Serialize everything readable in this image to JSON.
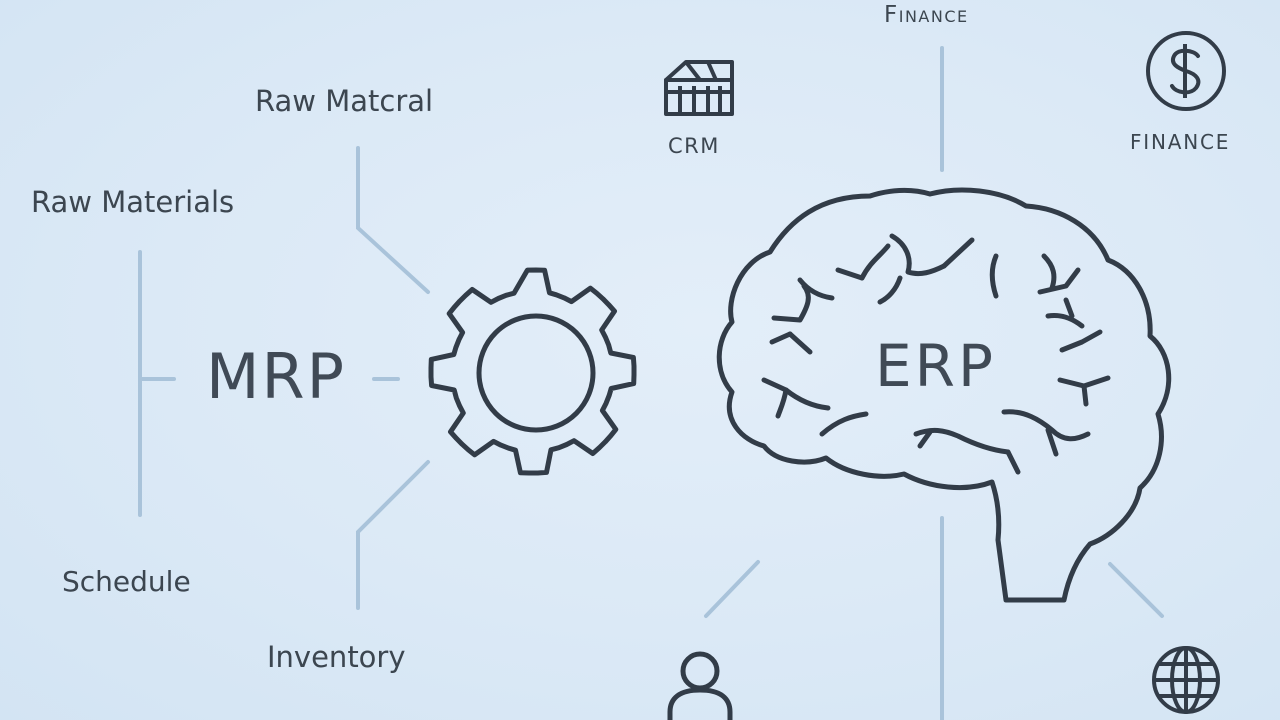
{
  "diagram": {
    "labels": {
      "raw_matcral": "Raw Matcral",
      "raw_materials": "Raw Materials",
      "schedule": "Schedule",
      "inventory": "Inventory",
      "mrp": "MRP",
      "erp": "ERP",
      "crm": "CRM",
      "finance_top": "Finance",
      "finance_right": "FINANCE"
    },
    "icons": {
      "gear": "gear-icon",
      "brain": "brain-icon",
      "crm": "building-icon",
      "finance": "dollar-coin-icon",
      "user": "user-icon",
      "globe": "globe-icon"
    },
    "colors": {
      "background": "#dbe9f6",
      "icon_stroke": "#323c48",
      "connector": "#a9c3da",
      "text": "#3c4650"
    }
  }
}
